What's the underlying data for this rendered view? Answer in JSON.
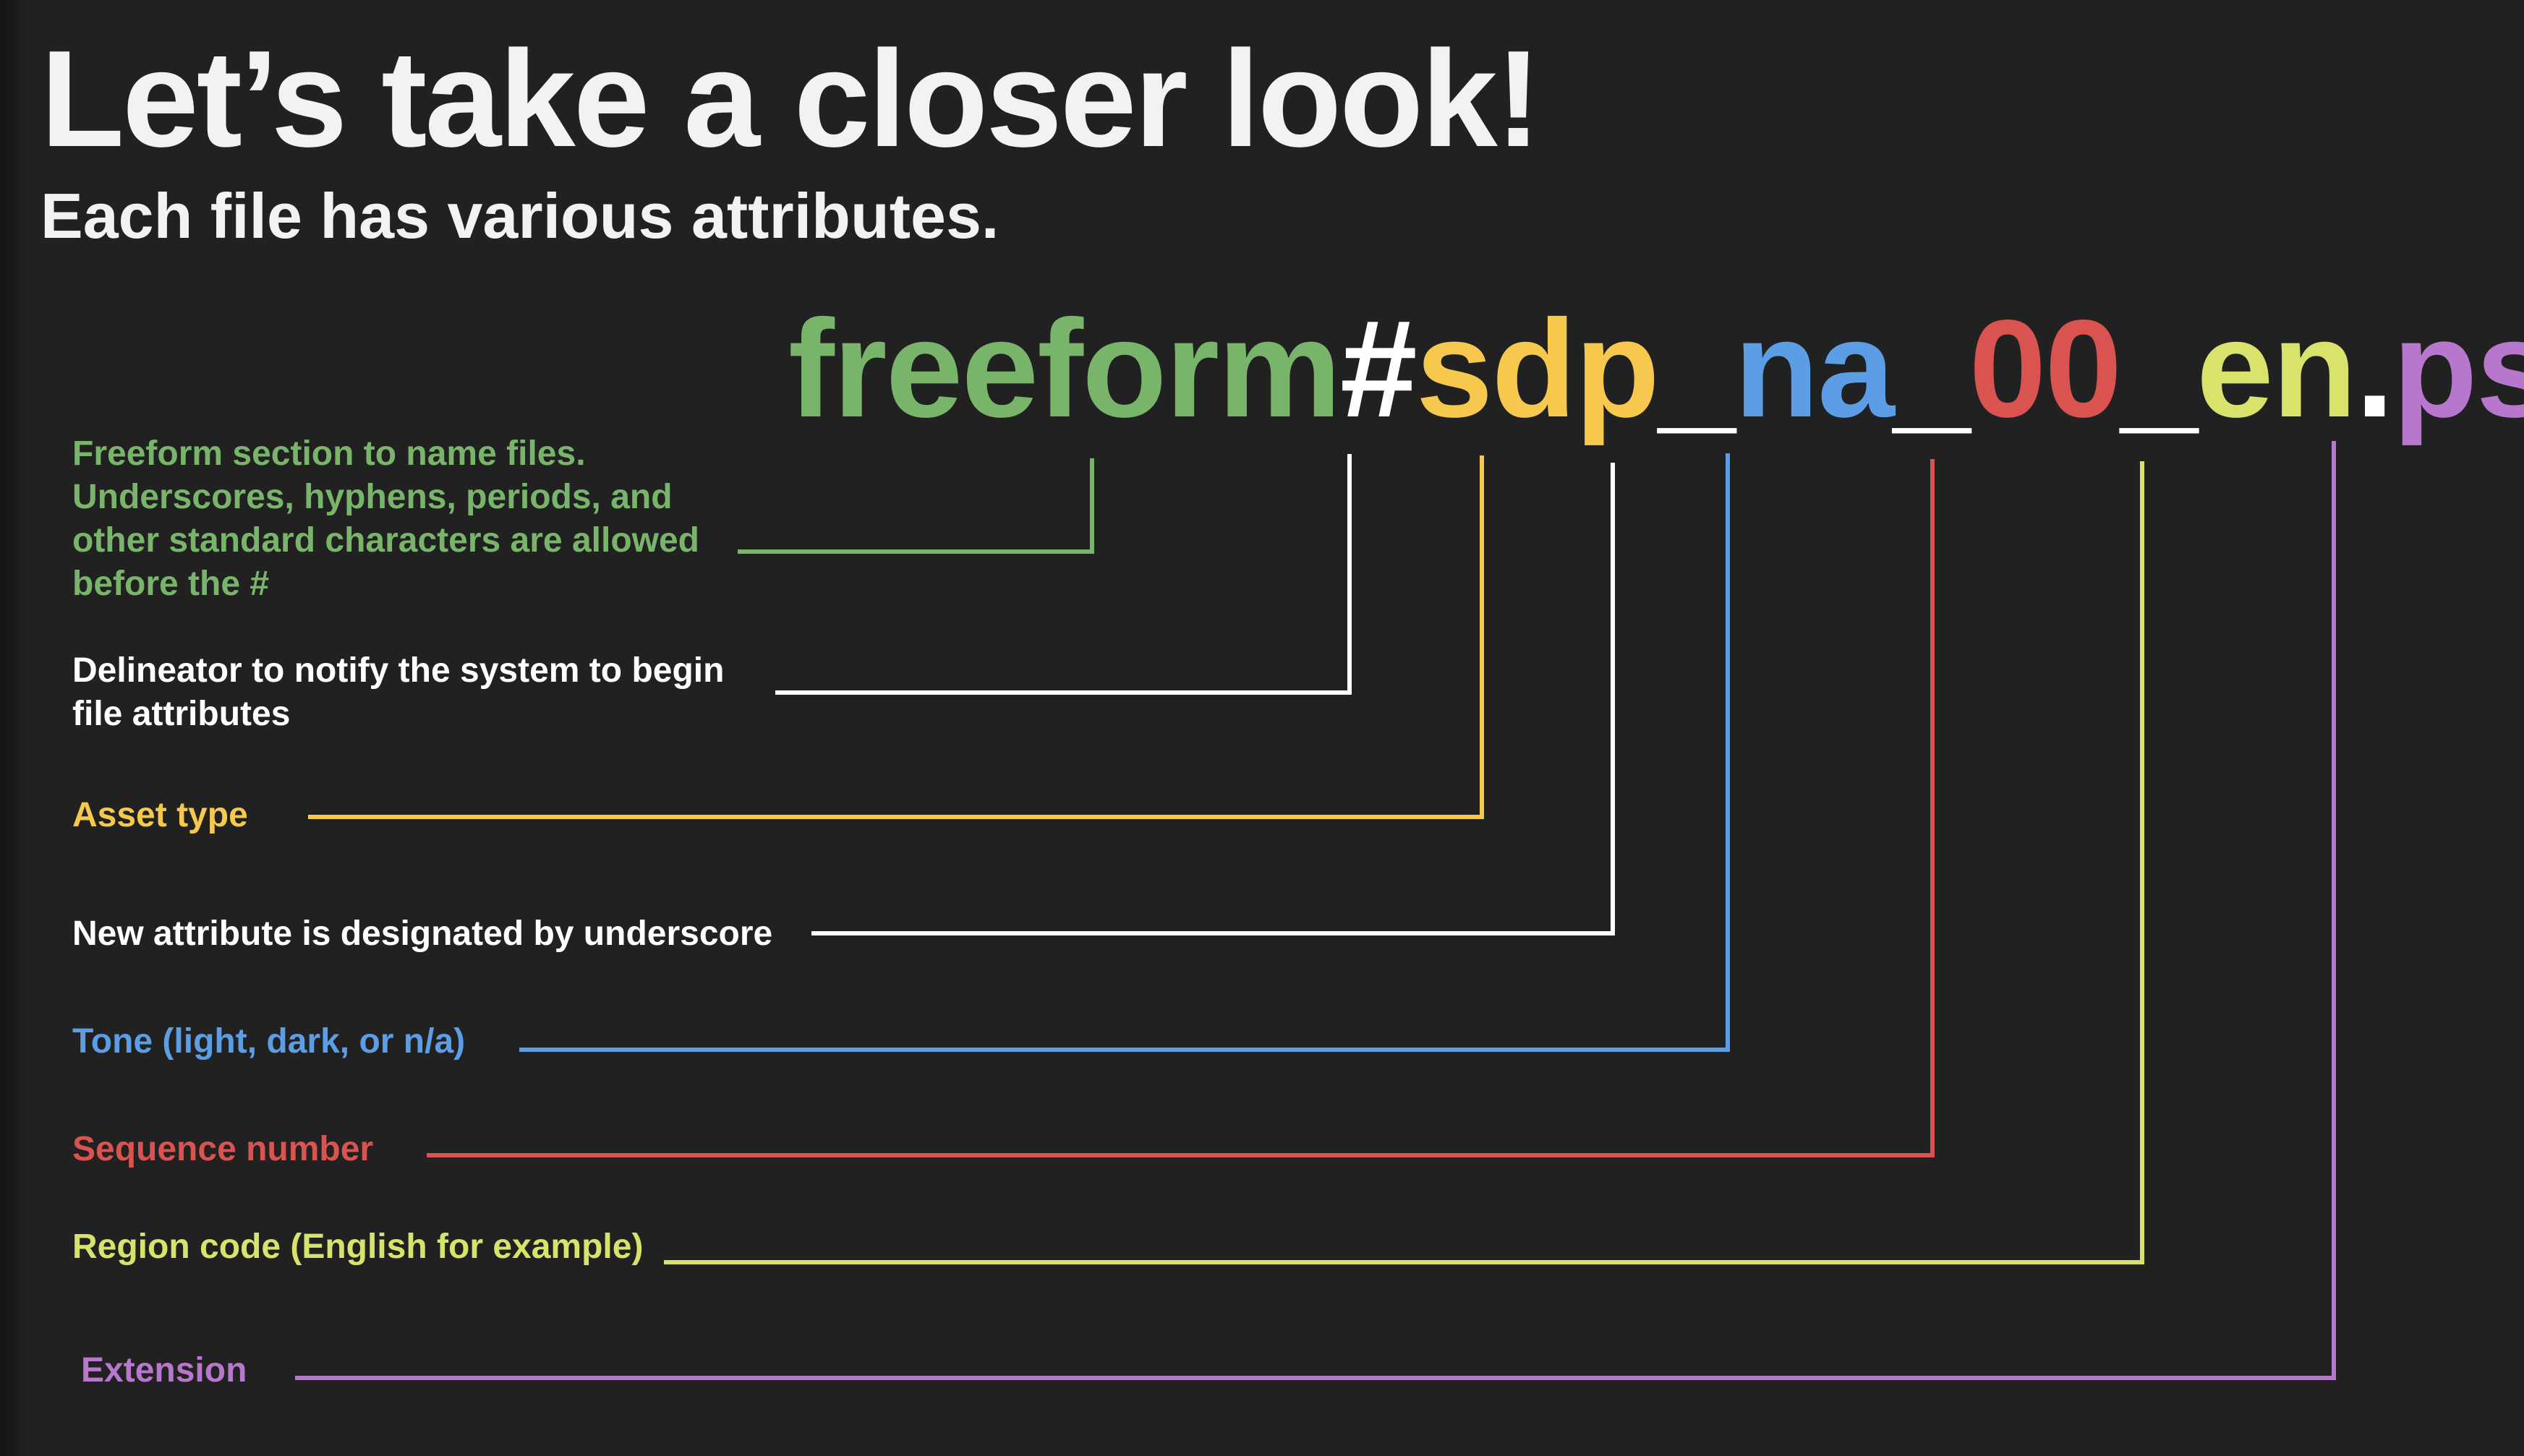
{
  "title": "Let’s take a closer look!",
  "subtitle": "Each file has various attributes.",
  "filename": {
    "parts": [
      {
        "text": "freeform",
        "color": "#78b56a"
      },
      {
        "text": "#",
        "color": "#ffffff"
      },
      {
        "text": "sdp",
        "color": "#f6c94e"
      },
      {
        "text": "_",
        "color": "#ffffff"
      },
      {
        "text": "na",
        "color": "#5b9ee6"
      },
      {
        "text": "_",
        "color": "#ffffff"
      },
      {
        "text": "00",
        "color": "#d95450"
      },
      {
        "text": "_",
        "color": "#ffffff"
      },
      {
        "text": "en",
        "color": "#d7e36b"
      },
      {
        "text": ".",
        "color": "#ffffff"
      },
      {
        "text": "psd",
        "color": "#b777cc"
      }
    ]
  },
  "labels": {
    "freeform": {
      "text": "Freeform section to name files. Underscores, hyphens, periods, and other standard characters are allowed before the #",
      "color": "#78b56a"
    },
    "delineator": {
      "text": "Delineator to notify the system to begin file attributes",
      "color": "#ffffff"
    },
    "asset_type": {
      "text": "Asset type",
      "color": "#f6c94e"
    },
    "underscore": {
      "text": "New attribute is designated by underscore",
      "color": "#ffffff"
    },
    "tone": {
      "text": "Tone (light, dark, or n/a)",
      "color": "#5b9ee6"
    },
    "sequence": {
      "text": "Sequence number",
      "color": "#d95450"
    },
    "region": {
      "text": "Region code (English for example)",
      "color": "#d7e36b"
    },
    "extension": {
      "text": "Extension",
      "color": "#b777cc"
    }
  }
}
